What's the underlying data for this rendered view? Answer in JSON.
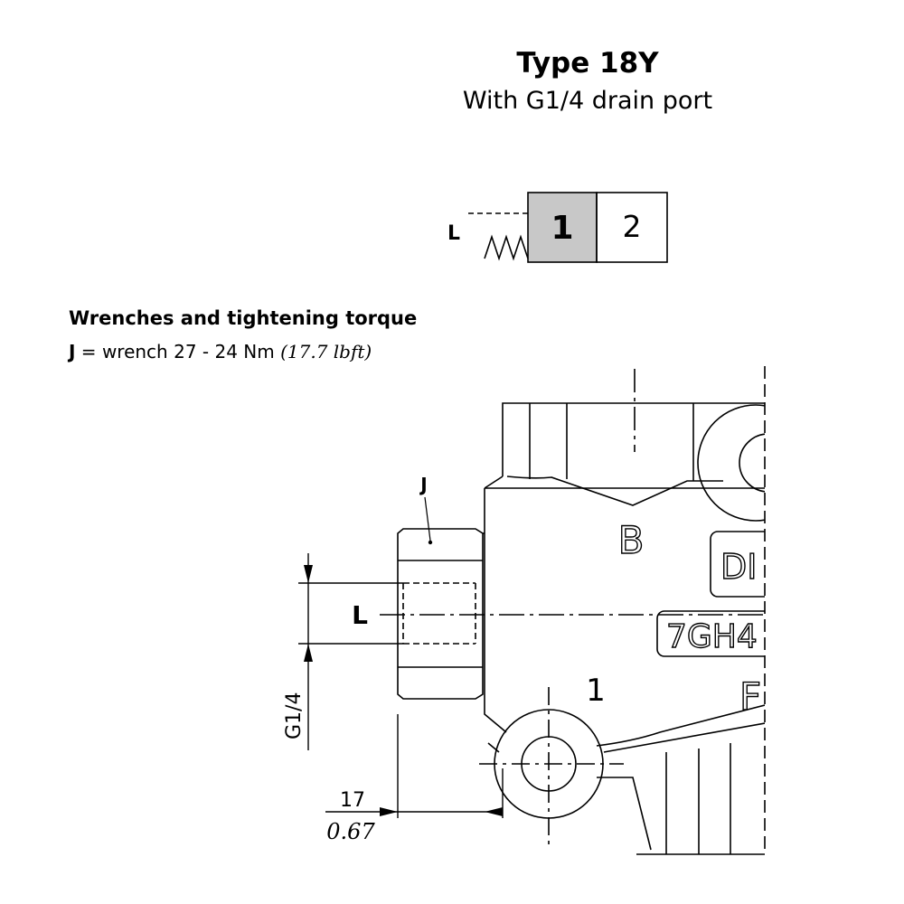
{
  "header": {
    "title": "Type 18Y",
    "subtitle": "With G1/4 drain port"
  },
  "symbol": {
    "drain_label": "L",
    "position_1": "1",
    "position_2": "2",
    "position_1_fill": "#c8c8c8"
  },
  "wrenches": {
    "heading": "Wrenches and tightening torque",
    "label": "J",
    "equals": " = ",
    "text": "wrench 27 - 24 Nm ",
    "imperial": "(17.7 lbft)"
  },
  "drawing": {
    "wrench_tag": "J",
    "drain_tag": "L",
    "port_b": "B",
    "port_1": "1",
    "port_f": "F",
    "plate_1": "DI",
    "plate_2": "7GH4",
    "thread_size": "G1/4",
    "dim_metric": "17",
    "dim_imperial": "0.67"
  }
}
